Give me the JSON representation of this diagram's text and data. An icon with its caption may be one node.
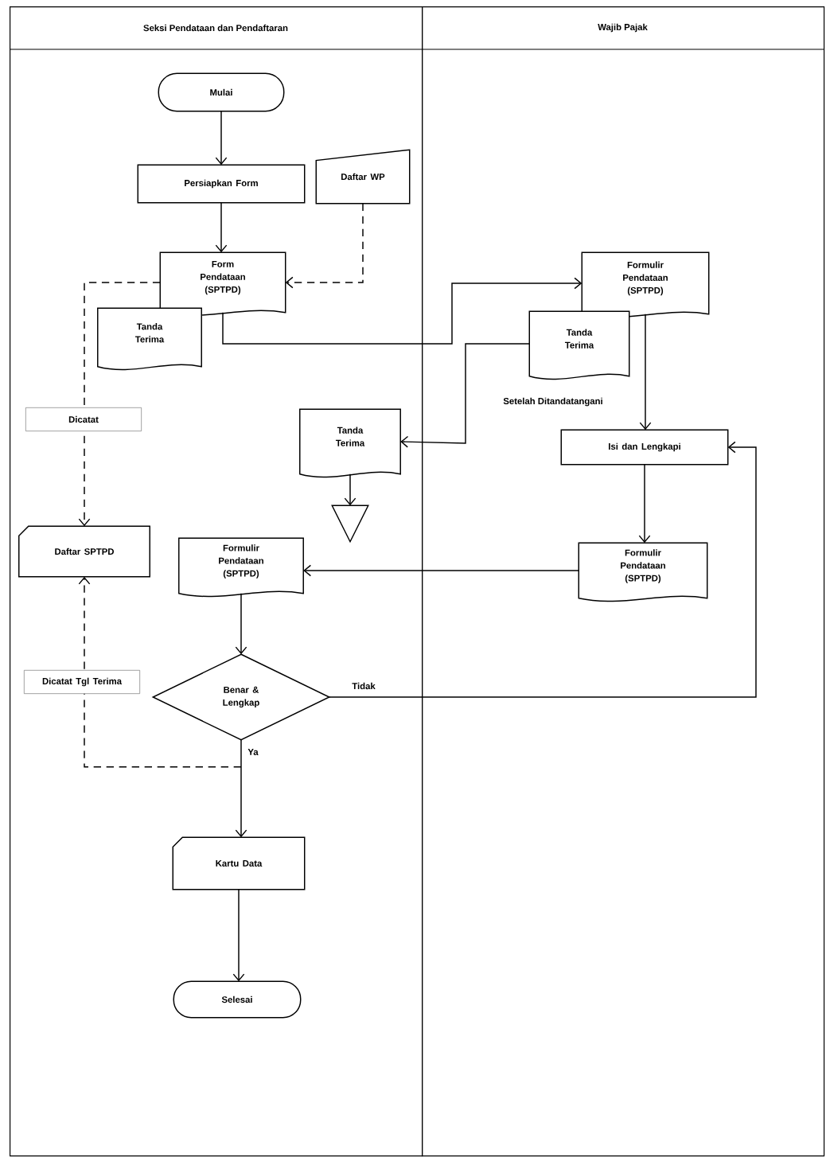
{
  "diagram": {
    "nodes": [
      {
        "text": [
          "Seksi Pendataan dan Pendaftaran"
        ]
      },
      {
        "text": [
          "Wajib Pajak"
        ]
      },
      {
        "text": [
          "Mulai"
        ],
        "in": 0
      },
      {
        "text": [
          "Persiapkan Form"
        ],
        "in": 0
      },
      {
        "text": [
          "Daftar WP"
        ],
        "in": 0
      },
      {
        "text": [
          "Form Pendataan (SPTPD)"
        ],
        "in": 0
      },
      {
        "text": [
          "Tanda Terima"
        ],
        "in": 0
      },
      {
        "text": [
          "Formulir Pendataan (SPTPD)"
        ],
        "in": 1
      },
      {
        "text": [
          "Tanda Terima"
        ],
        "in": 1
      },
      {
        "text": [
          "Tanda Terima"
        ],
        "in": 0
      },
      {
        "text": [],
        "shape": "triangle",
        "in": 0
      },
      {
        "text": [
          "Isi dan Lengkapi"
        ],
        "in": 1
      },
      {
        "text": [
          "Daftar SPTPD"
        ],
        "in": 0
      },
      {
        "text": [
          "Formulir Pendataan (SPTPD)"
        ],
        "in": 0
      },
      {
        "text": [
          "Formulir Pendataan (SPTPD)"
        ],
        "in": 1
      },
      {
        "text": [
          "Benar & Lengkap"
        ],
        "in": 0
      },
      {
        "text": [
          "Kartu Data"
        ],
        "in": 0
      },
      {
        "text": [
          "Selesai"
        ],
        "in": 0
      }
    ],
    "edges": [
      {
        "from": 2,
        "to": 3,
        "arrow": "to"
      },
      {
        "from": 3,
        "to": 5,
        "arrow": "to"
      },
      {
        "from": 4,
        "to": 5,
        "arrow": "to",
        "style": "dashed"
      },
      {
        "from": 5,
        "to": 7,
        "arrow": "to"
      },
      {
        "from": 8,
        "to": 9,
        "arrow": "to",
        "label": "Setelah Ditandatangani"
      },
      {
        "from": 7,
        "to": 11,
        "arrow": "to"
      },
      {
        "from": 9,
        "to": 10,
        "arrow": "to"
      },
      {
        "from": 11,
        "to": 14,
        "arrow": "to"
      },
      {
        "from": 14,
        "to": 13,
        "arrow": "to"
      },
      {
        "from": 13,
        "to": 15,
        "arrow": "to"
      },
      {
        "from": 15,
        "to": 11,
        "arrow": "to",
        "label": "Tidak"
      },
      {
        "from": 15,
        "to": 16,
        "arrow": "to",
        "label": "Ya"
      },
      {
        "from": 16,
        "to": 17,
        "arrow": "to"
      },
      {
        "from": 5,
        "to": 12,
        "arrow": "to",
        "style": "dashed",
        "label": "Dicatat"
      },
      {
        "from": 15,
        "to": 12,
        "arrow": "to",
        "style": "dashed",
        "label": "Dicatat Tgl Terima"
      }
    ]
  }
}
